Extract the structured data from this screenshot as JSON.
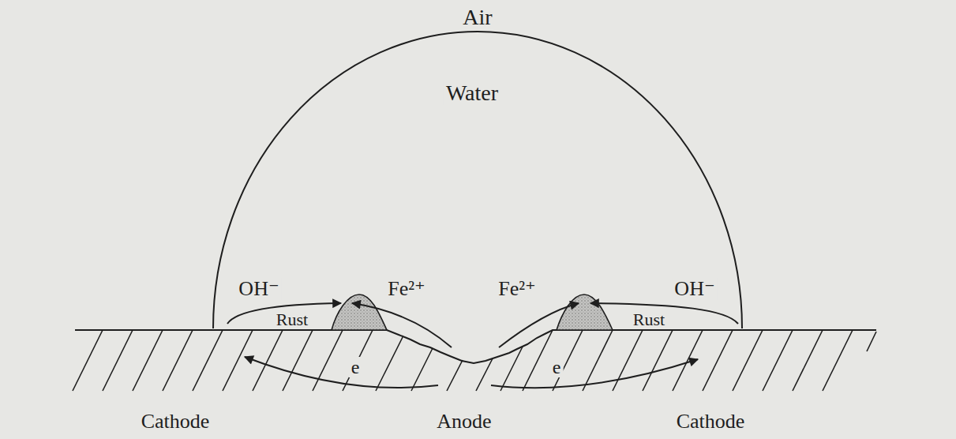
{
  "diagram": {
    "labels": [
      "Air",
      "Water",
      "OH⁻",
      "Fe²⁺",
      "Fe²⁺",
      "OH⁻",
      "Rust",
      "Rust",
      "e",
      "e",
      "Cathode",
      "Anode",
      "Cathode"
    ]
  }
}
